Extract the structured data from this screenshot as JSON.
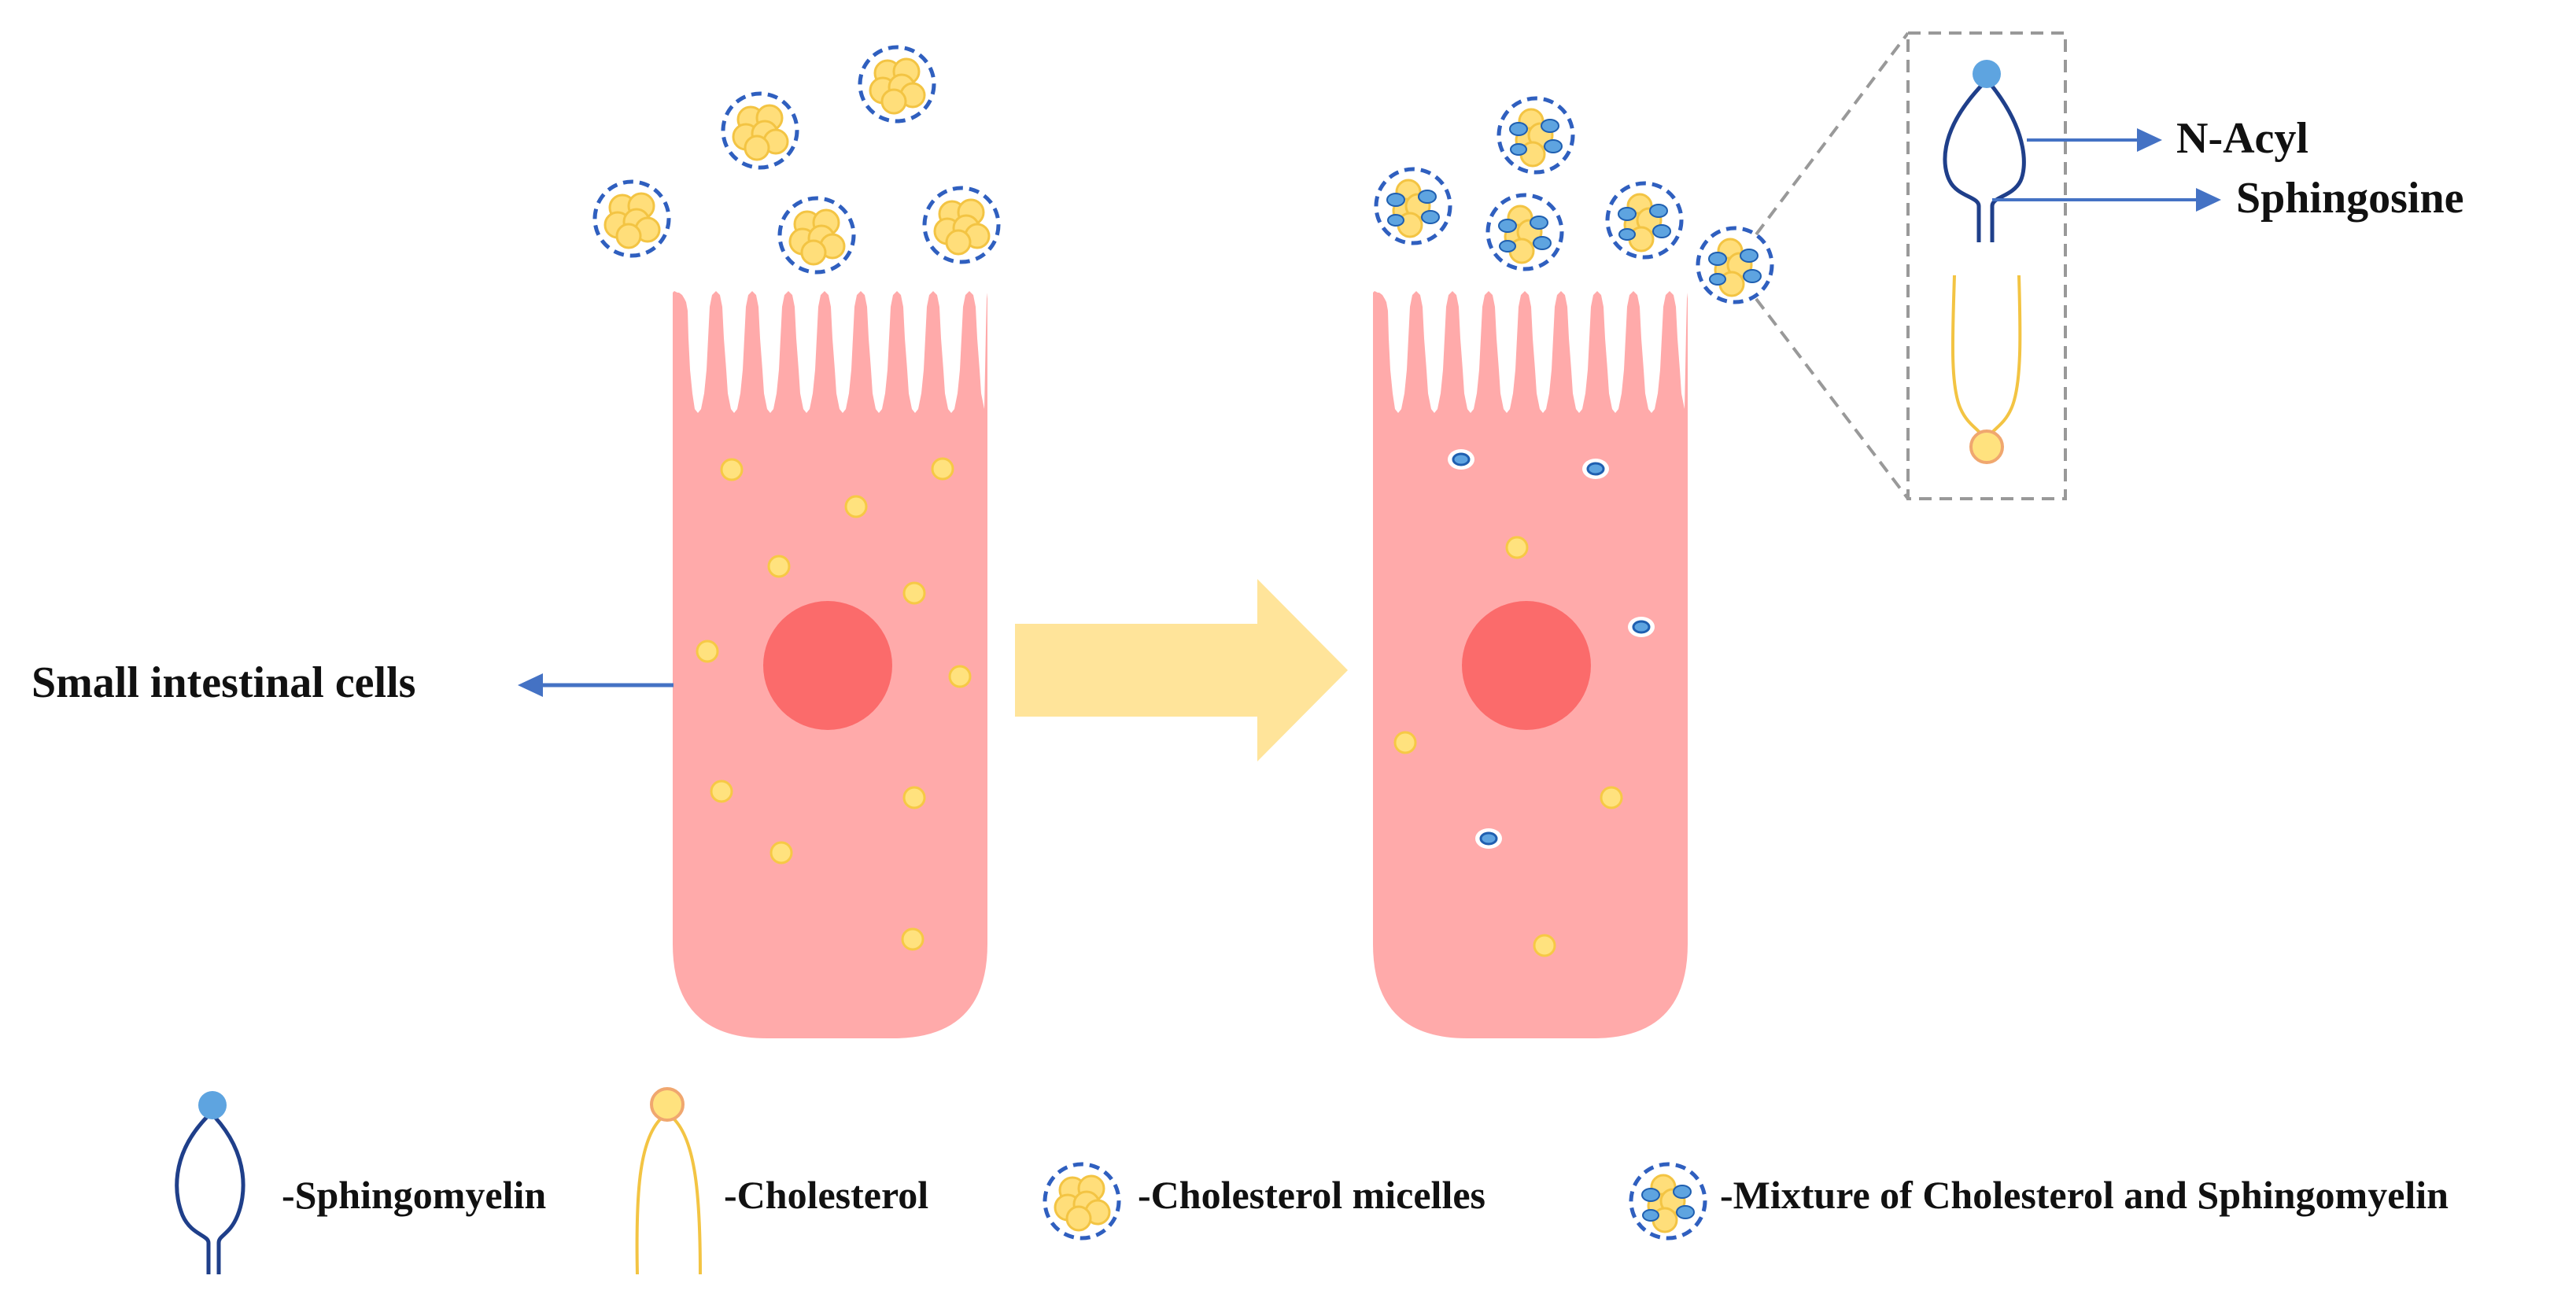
{
  "labels": {
    "cell_label": "Small intestinal cells",
    "n_acyl": "N-Acyl",
    "sphingosine": "Sphingosine"
  },
  "legend": [
    {
      "label": "-Sphingomyelin",
      "icon": "sphingomyelin-icon"
    },
    {
      "label": "-Cholesterol",
      "icon": "cholesterol-icon"
    },
    {
      "label": "-Cholesterol micelles",
      "icon": "cholesterol-micelle-icon"
    },
    {
      "label": "-Mixture of Cholesterol and Sphingomyelin",
      "icon": "mixed-micelle-icon"
    }
  ],
  "colors": {
    "cell_body": "#ffaaaa",
    "nucleus": "#fb6b6b",
    "cholesterol": "#ffe27e",
    "sphingomyelin_head": "#5ea4e0",
    "sphingomyelin_tail": "#1f3f8a",
    "arrow_blue": "#4472c4",
    "process_arrow": "#ffe49a",
    "micelle_ring": "#2f5fbf",
    "zoom_box": "#999999"
  }
}
